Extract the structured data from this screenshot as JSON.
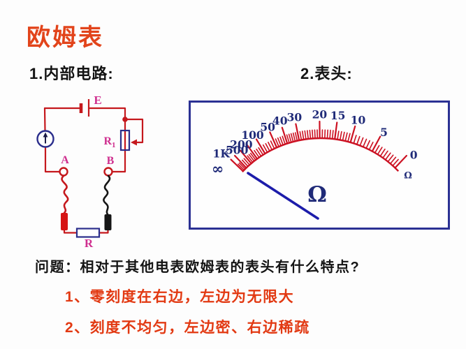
{
  "slide": {
    "title": "欧姆表",
    "section1_heading": "1.内部电路:",
    "section2_heading": "2.表头:",
    "question": "问题：相对于其他电表欧姆表的表头有什么特点?",
    "answer1": "1、零刻度在右边，左边为无限大",
    "answer2": "2、刻度不均匀，左边密、右边稀疏"
  },
  "circuit": {
    "labels": {
      "battery": "E",
      "rheostat_base": "R",
      "rheostat_sub": "1",
      "terminal_a": "A",
      "terminal_b": "B",
      "series_resistor": "R"
    },
    "colors": {
      "wire_red": "#c5181d",
      "component_navy": "#2b2e8c",
      "label_magenta": "#cf2f8f",
      "probe_red": "#d61414",
      "probe_black": "#161616"
    }
  },
  "chart_data": {
    "type": "gauge",
    "unit": "Ω",
    "unit_small": "Ω",
    "needle_points_to": "∞",
    "scale": [
      {
        "label": "∞",
        "tick_angle": -46,
        "label_angle": -53,
        "label_r_extra": -2,
        "big": true
      },
      {
        "label": "1K",
        "tick_angle": -43.5,
        "label_angle": -47,
        "label_r_extra": 8
      },
      {
        "label": "500",
        "tick_angle": -40,
        "label_angle": -41,
        "label_r_extra": -4
      },
      {
        "label": "200",
        "tick_angle": -36,
        "label_angle": -38,
        "label_r_extra": -2
      },
      {
        "label": "100",
        "tick_angle": -31,
        "label_angle": -31.5,
        "label_r_extra": 0
      },
      {
        "label": "50",
        "tick_angle": -24,
        "label_angle": -24,
        "label_r_extra": 0
      },
      {
        "label": "40",
        "tick_angle": -18,
        "label_angle": -18,
        "label_r_extra": 2
      },
      {
        "label": "30",
        "tick_angle": -11.5,
        "label_angle": -11.5,
        "label_r_extra": 2
      },
      {
        "label": "20",
        "tick_angle": -0.5,
        "label_angle": -0.5,
        "label_r_extra": 2
      },
      {
        "label": "15",
        "tick_angle": 7.5,
        "label_angle": 7.5,
        "label_r_extra": 2
      },
      {
        "label": "10",
        "tick_angle": 16,
        "label_angle": 16.5,
        "label_r_extra": 2
      },
      {
        "label": "5",
        "tick_angle": 28.5,
        "label_angle": 29,
        "label_r_extra": 0
      },
      {
        "label": "0",
        "tick_angle": 43.5,
        "label_angle": 45.5,
        "label_r_extra": 0
      }
    ],
    "minor_counts": [
      2,
      2,
      3,
      3,
      4,
      4,
      5,
      8,
      5,
      5,
      6,
      8
    ],
    "layout": {
      "arc_start_deg": -46.5,
      "arc_end_deg": 46,
      "colors": {
        "tick_red": "#cc1122",
        "label_navy": "#1f2a78",
        "needle_blue": "#1c1caa",
        "panel_border_navy": "#2b3193"
      }
    }
  }
}
